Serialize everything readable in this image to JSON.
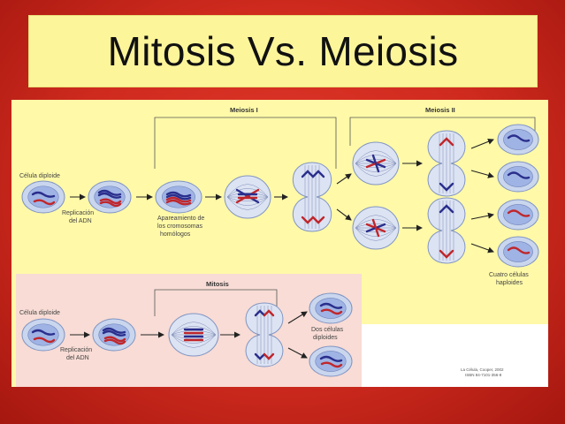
{
  "title": "Mitosis Vs. Meiosis",
  "colors": {
    "slide_bg": "#cf2a1e",
    "title_bg": "#fdf59a",
    "meiosis_panel": "#fff9a8",
    "mitosis_panel": "#f8dcd5",
    "cell_fill": "#c9d6ee",
    "cell_stroke": "#8094c2",
    "nucleus_fill": "#9fb3e4",
    "chromosome_blue": "#2a2e8c",
    "chromosome_red": "#c0262b"
  },
  "meiosis": {
    "header_i": "Meiosis I",
    "header_ii": "Meiosis II",
    "label_diploid": "Célula diploide",
    "label_replication_1": "Replicación",
    "label_replication_2": "del ADN",
    "label_pairing_1": "Apareamiento de",
    "label_pairing_2": "los cromosomas",
    "label_pairing_3": "homólogos",
    "label_result_1": "Cuatro células",
    "label_result_2": "haploides"
  },
  "mitosis": {
    "header": "Mitosis",
    "label_diploid": "Célula diploide",
    "label_replication_1": "Replicación",
    "label_replication_2": "del ADN",
    "label_result_1": "Dos células",
    "label_result_2": "diploides"
  },
  "credit": {
    "line1": "La Célula, Cooper, 2002",
    "line2": "ISBN 84-7101-356-8"
  }
}
